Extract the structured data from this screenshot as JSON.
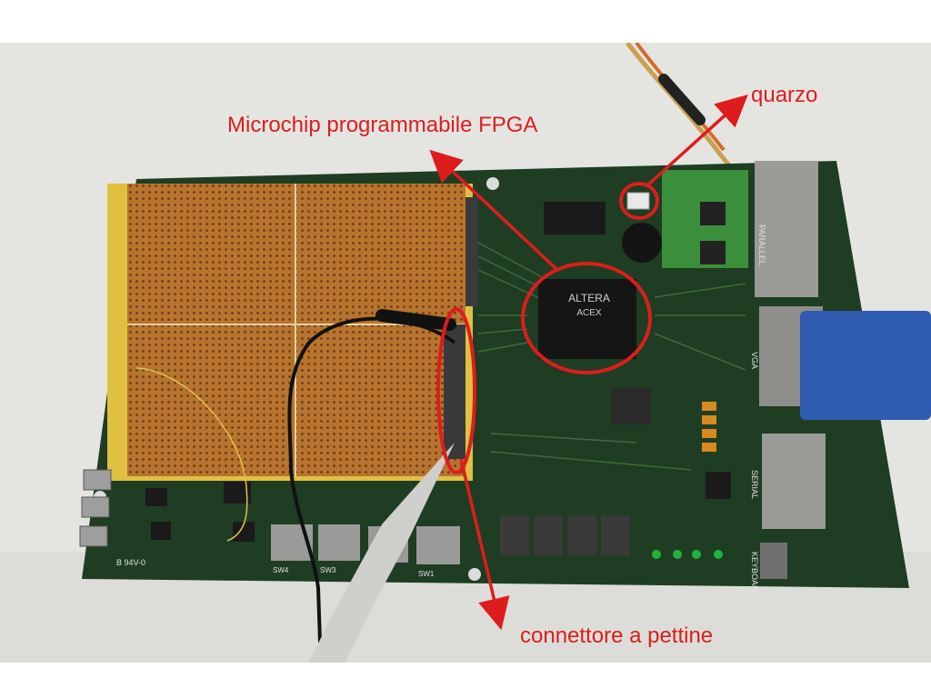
{
  "annotations": {
    "quarzo": "quarzo",
    "fpga": "Microchip programmabile FPGA",
    "connettore": "connettore a pettine"
  },
  "board": {
    "chip_brand": "ALTERA",
    "chip_model": "ACEX",
    "switches": [
      "SW4",
      "SW3",
      "SW1"
    ],
    "connector_labels": [
      "PARALLEL",
      "VGA",
      "SERIAL",
      "KEYBOARD"
    ],
    "pcb_marking": "B 94V-0"
  },
  "colors": {
    "annotation": "#dd1d1d",
    "pcb": "#1f3d23",
    "perfboard": "#b8742e",
    "vga_plug": "#2f5bb0"
  }
}
